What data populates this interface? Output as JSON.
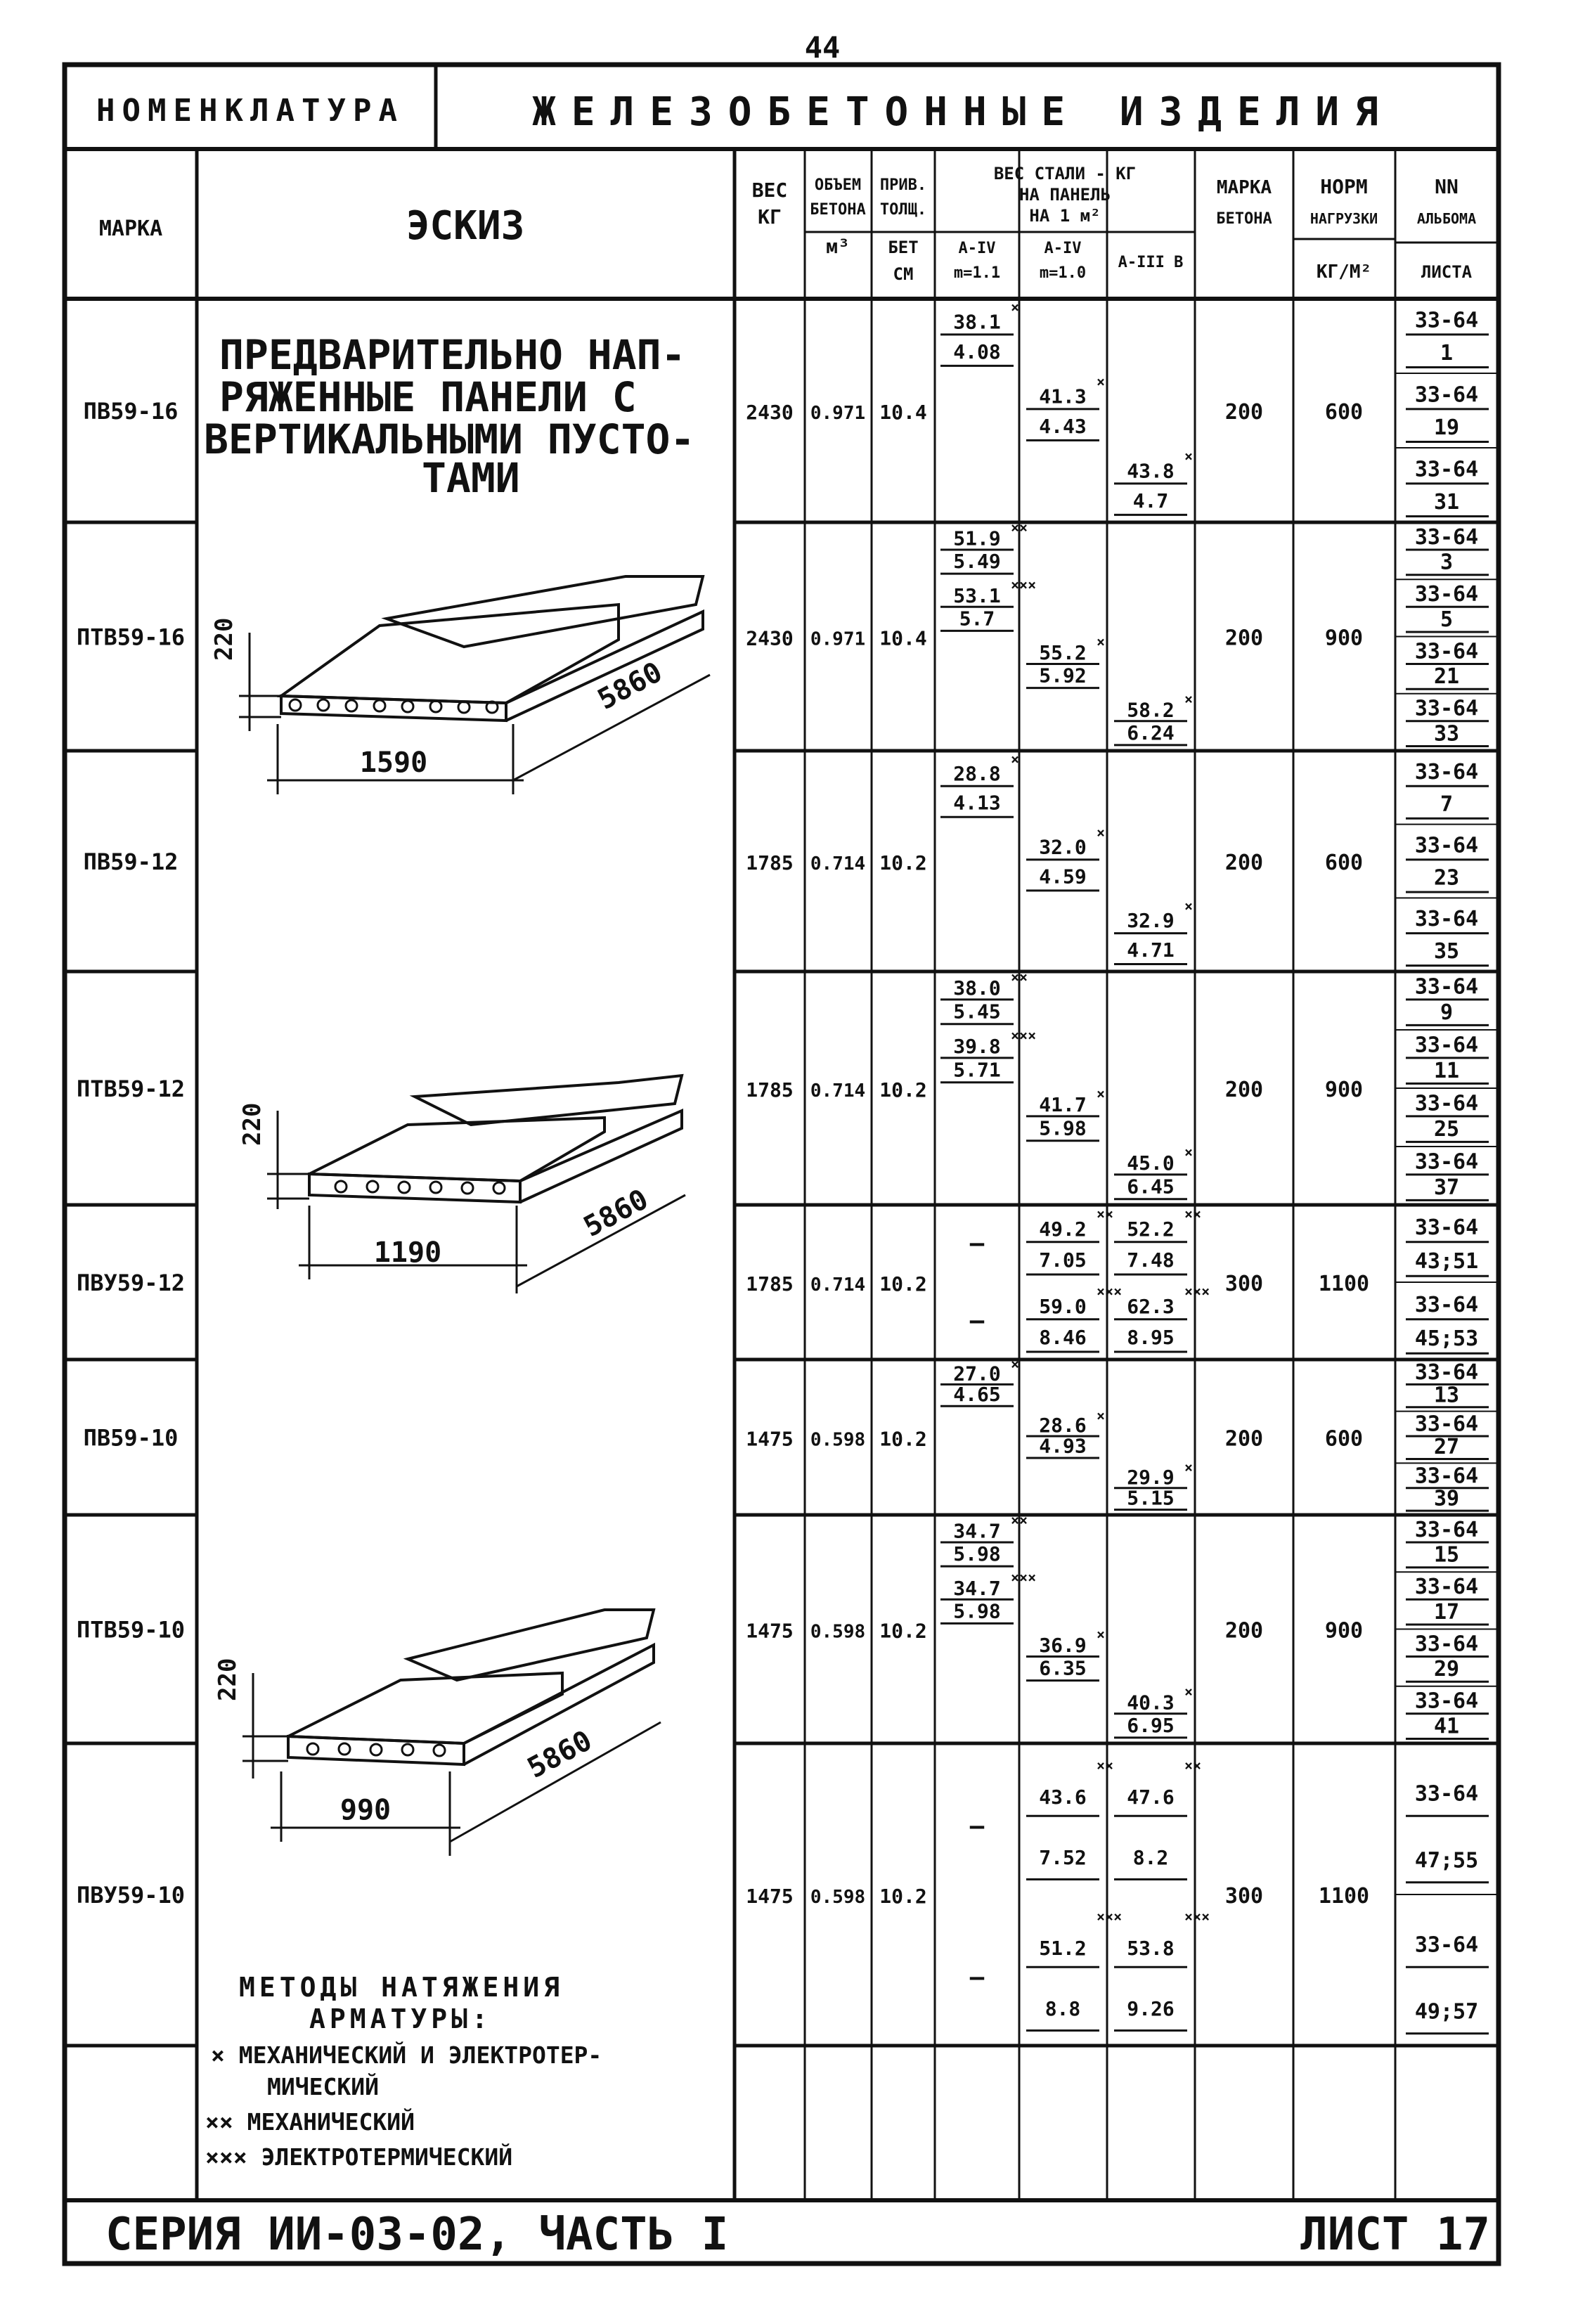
{
  "page_number": "44",
  "header": {
    "nomenclature_label": "НОМЕНКЛАТУРА",
    "title": "ЖЕЛЕЗОБЕТОННЫЕ ИЗДЕЛИЯ"
  },
  "columns": {
    "mark": "МАРКА",
    "sketch": "ЭСКИЗ",
    "weight": [
      "ВЕС",
      "КГ"
    ],
    "volume": [
      "ОБЪЕМ",
      "БЕТОНА",
      "м³"
    ],
    "thickness": [
      "ПРИВ.",
      "ТОЛЩ.",
      "БЕТ",
      "СМ"
    ],
    "steel_header": [
      "ВЕС СТАЛИ - КГ",
      "НА ПАНЕЛЬ",
      "НА 1 м²"
    ],
    "steel_sub": [
      [
        "A-IV",
        "m=1.1"
      ],
      [
        "A-IV",
        "m=1.0"
      ],
      [
        "A-III В"
      ]
    ],
    "concrete": [
      "МАРКА",
      "БЕТОНА"
    ],
    "load": [
      "НОРМ",
      "НАГРУЗКИ",
      "КГ/М²"
    ],
    "album": [
      "NN",
      "АЛЬБОМА",
      "ЛИСТА"
    ]
  },
  "sketch_texts": {
    "description": [
      "ПРЕДВАРИТЕЛЬНО НАП-",
      "РЯЖЕННЫЕ ПАНЕЛИ С",
      "ВЕРТИКАЛЬНЫМИ ПУСТО-",
      "ТАМИ"
    ],
    "dims_a": {
      "height": "220",
      "length": "5860",
      "width": "1590"
    },
    "dims_b": {
      "height": "220",
      "length": "5860",
      "width": "1190"
    },
    "dims_c": {
      "height": "220",
      "length": "5860",
      "width": "990"
    },
    "methods": [
      "МЕТОДЫ НАТЯЖЕНИЯ",
      "АРМАТУРЫ:",
      "× МЕХАНИЧЕСКИЙ И ЭЛЕКТРОТЕР-",
      "МИЧЕСКИЙ",
      "×× МЕХАНИЧЕСКИЙ",
      "××× ЭЛЕКТРОТЕРМИЧЕСКИЙ"
    ]
  },
  "rows": [
    {
      "mark": "ПВ59-16",
      "weight": "2430",
      "volume": "0.971",
      "thick": "10.4",
      "concrete": "200",
      "load": "600",
      "sub": [
        {
          "c1": [
            "38.1",
            "4.08",
            "×"
          ],
          "c2": null,
          "c3": null,
          "album": [
            "33-64",
            "1"
          ]
        },
        {
          "c1": null,
          "c2": [
            "41.3",
            "4.43",
            "×"
          ],
          "c3": null,
          "album": [
            "33-64",
            "19"
          ]
        },
        {
          "c1": null,
          "c2": null,
          "c3": [
            "43.8",
            "4.7",
            "×"
          ],
          "album": [
            "33-64",
            "31"
          ]
        }
      ]
    },
    {
      "mark": "ПТВ59-16",
      "weight": "2430",
      "volume": "0.971",
      "thick": "10.4",
      "concrete": "200",
      "load": "900",
      "sub": [
        {
          "c1": [
            "51.9",
            "5.49",
            "××"
          ],
          "c2": null,
          "c3": null,
          "album": [
            "33-64",
            "3"
          ]
        },
        {
          "c1": [
            "53.1",
            "5.7",
            "×××"
          ],
          "c2": null,
          "c3": null,
          "album": [
            "33-64",
            "5"
          ]
        },
        {
          "c1": null,
          "c2": [
            "55.2",
            "5.92",
            "×"
          ],
          "c3": null,
          "album": [
            "33-64",
            "21"
          ]
        },
        {
          "c1": null,
          "c2": null,
          "c3": [
            "58.2",
            "6.24",
            "×"
          ],
          "album": [
            "33-64",
            "33"
          ]
        }
      ]
    },
    {
      "mark": "ПВ59-12",
      "weight": "1785",
      "volume": "0.714",
      "thick": "10.2",
      "concrete": "200",
      "load": "600",
      "sub": [
        {
          "c1": [
            "28.8",
            "4.13",
            "×"
          ],
          "c2": null,
          "c3": null,
          "album": [
            "33-64",
            "7"
          ]
        },
        {
          "c1": null,
          "c2": [
            "32.0",
            "4.59",
            "×"
          ],
          "c3": null,
          "album": [
            "33-64",
            "23"
          ]
        },
        {
          "c1": null,
          "c2": null,
          "c3": [
            "32.9",
            "4.71",
            "×"
          ],
          "album": [
            "33-64",
            "35"
          ]
        }
      ]
    },
    {
      "mark": "ПТВ59-12",
      "weight": "1785",
      "volume": "0.714",
      "thick": "10.2",
      "concrete": "200",
      "load": "900",
      "sub": [
        {
          "c1": [
            "38.0",
            "5.45",
            "××"
          ],
          "c2": null,
          "c3": null,
          "album": [
            "33-64",
            "9"
          ]
        },
        {
          "c1": [
            "39.8",
            "5.71",
            "×××"
          ],
          "c2": null,
          "c3": null,
          "album": [
            "33-64",
            "11"
          ]
        },
        {
          "c1": null,
          "c2": [
            "41.7",
            "5.98",
            "×"
          ],
          "c3": null,
          "album": [
            "33-64",
            "25"
          ]
        },
        {
          "c1": null,
          "c2": null,
          "c3": [
            "45.0",
            "6.45",
            "×"
          ],
          "album": [
            "33-64",
            "37"
          ]
        }
      ]
    },
    {
      "mark": "ПВУ59-12",
      "weight": "1785",
      "volume": "0.714",
      "thick": "10.2",
      "concrete": "300",
      "load": "1100",
      "sub": [
        {
          "c1": "—",
          "c2": [
            "49.2",
            "7.05",
            "××"
          ],
          "c3": [
            "52.2",
            "7.48",
            "××"
          ],
          "album": [
            "33-64",
            "43;51"
          ]
        },
        {
          "c1": "—",
          "c2": [
            "59.0",
            "8.46",
            "×××"
          ],
          "c3": [
            "62.3",
            "8.95",
            "×××"
          ],
          "album": [
            "33-64",
            "45;53"
          ]
        }
      ]
    },
    {
      "mark": "ПВ59-10",
      "weight": "1475",
      "volume": "0.598",
      "thick": "10.2",
      "concrete": "200",
      "load": "600",
      "sub": [
        {
          "c1": [
            "27.0",
            "4.65",
            "×"
          ],
          "c2": null,
          "c3": null,
          "album": [
            "33-64",
            "13"
          ]
        },
        {
          "c1": null,
          "c2": [
            "28.6",
            "4.93",
            "×"
          ],
          "c3": null,
          "album": [
            "33-64",
            "27"
          ]
        },
        {
          "c1": null,
          "c2": null,
          "c3": [
            "29.9",
            "5.15",
            "×"
          ],
          "album": [
            "33-64",
            "39"
          ]
        }
      ]
    },
    {
      "mark": "ПТВ59-10",
      "weight": "1475",
      "volume": "0.598",
      "thick": "10.2",
      "concrete": "200",
      "load": "900",
      "sub": [
        {
          "c1": [
            "34.7",
            "5.98",
            "××"
          ],
          "c2": null,
          "c3": null,
          "album": [
            "33-64",
            "15"
          ]
        },
        {
          "c1": [
            "34.7",
            "5.98",
            "×××"
          ],
          "c2": null,
          "c3": null,
          "album": [
            "33-64",
            "17"
          ]
        },
        {
          "c1": null,
          "c2": [
            "36.9",
            "6.35",
            "×"
          ],
          "c3": null,
          "album": [
            "33-64",
            "29"
          ]
        },
        {
          "c1": null,
          "c2": null,
          "c3": [
            "40.3",
            "6.95",
            "×"
          ],
          "album": [
            "33-64",
            "41"
          ]
        }
      ]
    },
    {
      "mark": "ПВУ59-10",
      "weight": "1475",
      "volume": "0.598",
      "thick": "10.2",
      "concrete": "300",
      "load": "1100",
      "sub": [
        {
          "c1": "—",
          "c2": [
            "43.6",
            "7.52",
            "××"
          ],
          "c3": [
            "47.6",
            "8.2",
            "××"
          ],
          "album": [
            "33-64",
            "47;55"
          ]
        },
        {
          "c1": "—",
          "c2": [
            "51.2",
            "8.8",
            "×××"
          ],
          "c3": [
            "53.8",
            "9.26",
            "×××"
          ],
          "album": [
            "33-64",
            "49;57"
          ]
        }
      ]
    }
  ],
  "footer": {
    "series": "СЕРИЯ ИИ-03-02, ЧАСТЬ I",
    "sheet": "ЛИСТ 17"
  }
}
